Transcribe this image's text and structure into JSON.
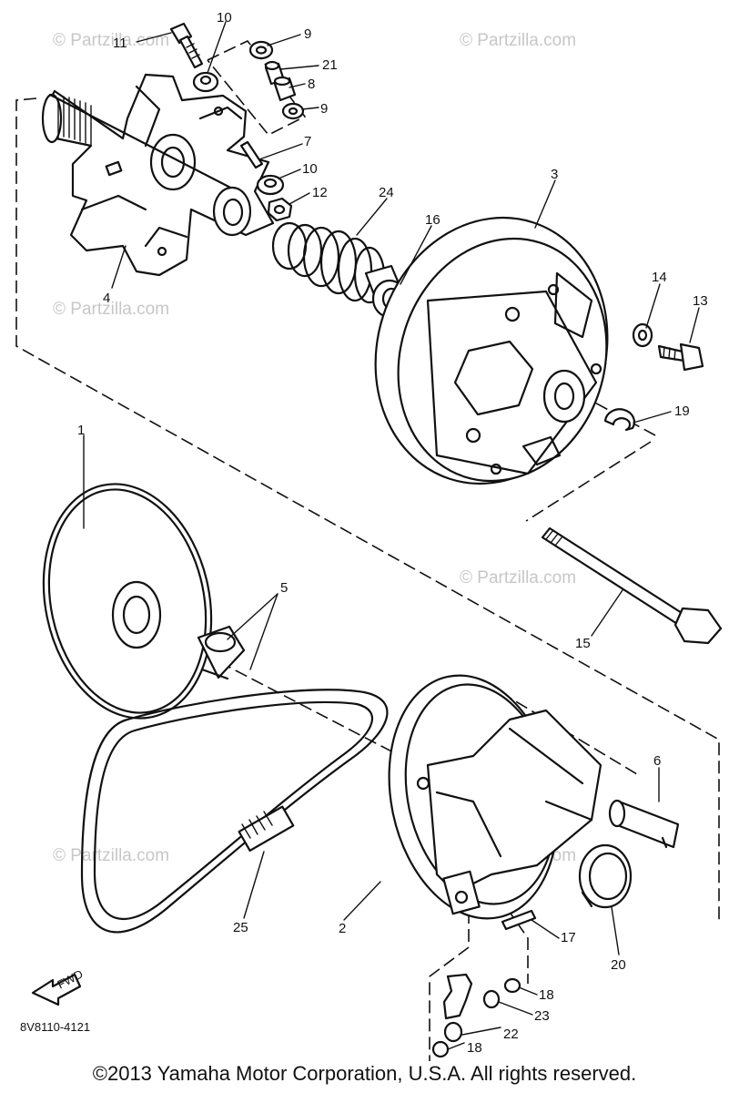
{
  "labels": {
    "p1": "1",
    "p2": "2",
    "p3": "3",
    "p4": "4",
    "p5": "5",
    "p6": "6",
    "p7": "7",
    "p8": "8",
    "p9a": "9",
    "p9b": "9",
    "p10a": "10",
    "p10b": "10",
    "p11": "11",
    "p12": "12",
    "p13": "13",
    "p14": "14",
    "p15": "15",
    "p16": "16",
    "p17": "17",
    "p18a": "18",
    "p18b": "18",
    "p19": "19",
    "p20": "20",
    "p21": "21",
    "p22": "22",
    "p23": "23",
    "p24": "24",
    "p25": "25"
  },
  "watermark": "© Partzilla.com",
  "fwd_label": "FWD",
  "diagram_code": "8V8110-4121",
  "copyright": "©2013 Yamaha Motor Corporation, U.S.A. All rights reserved."
}
